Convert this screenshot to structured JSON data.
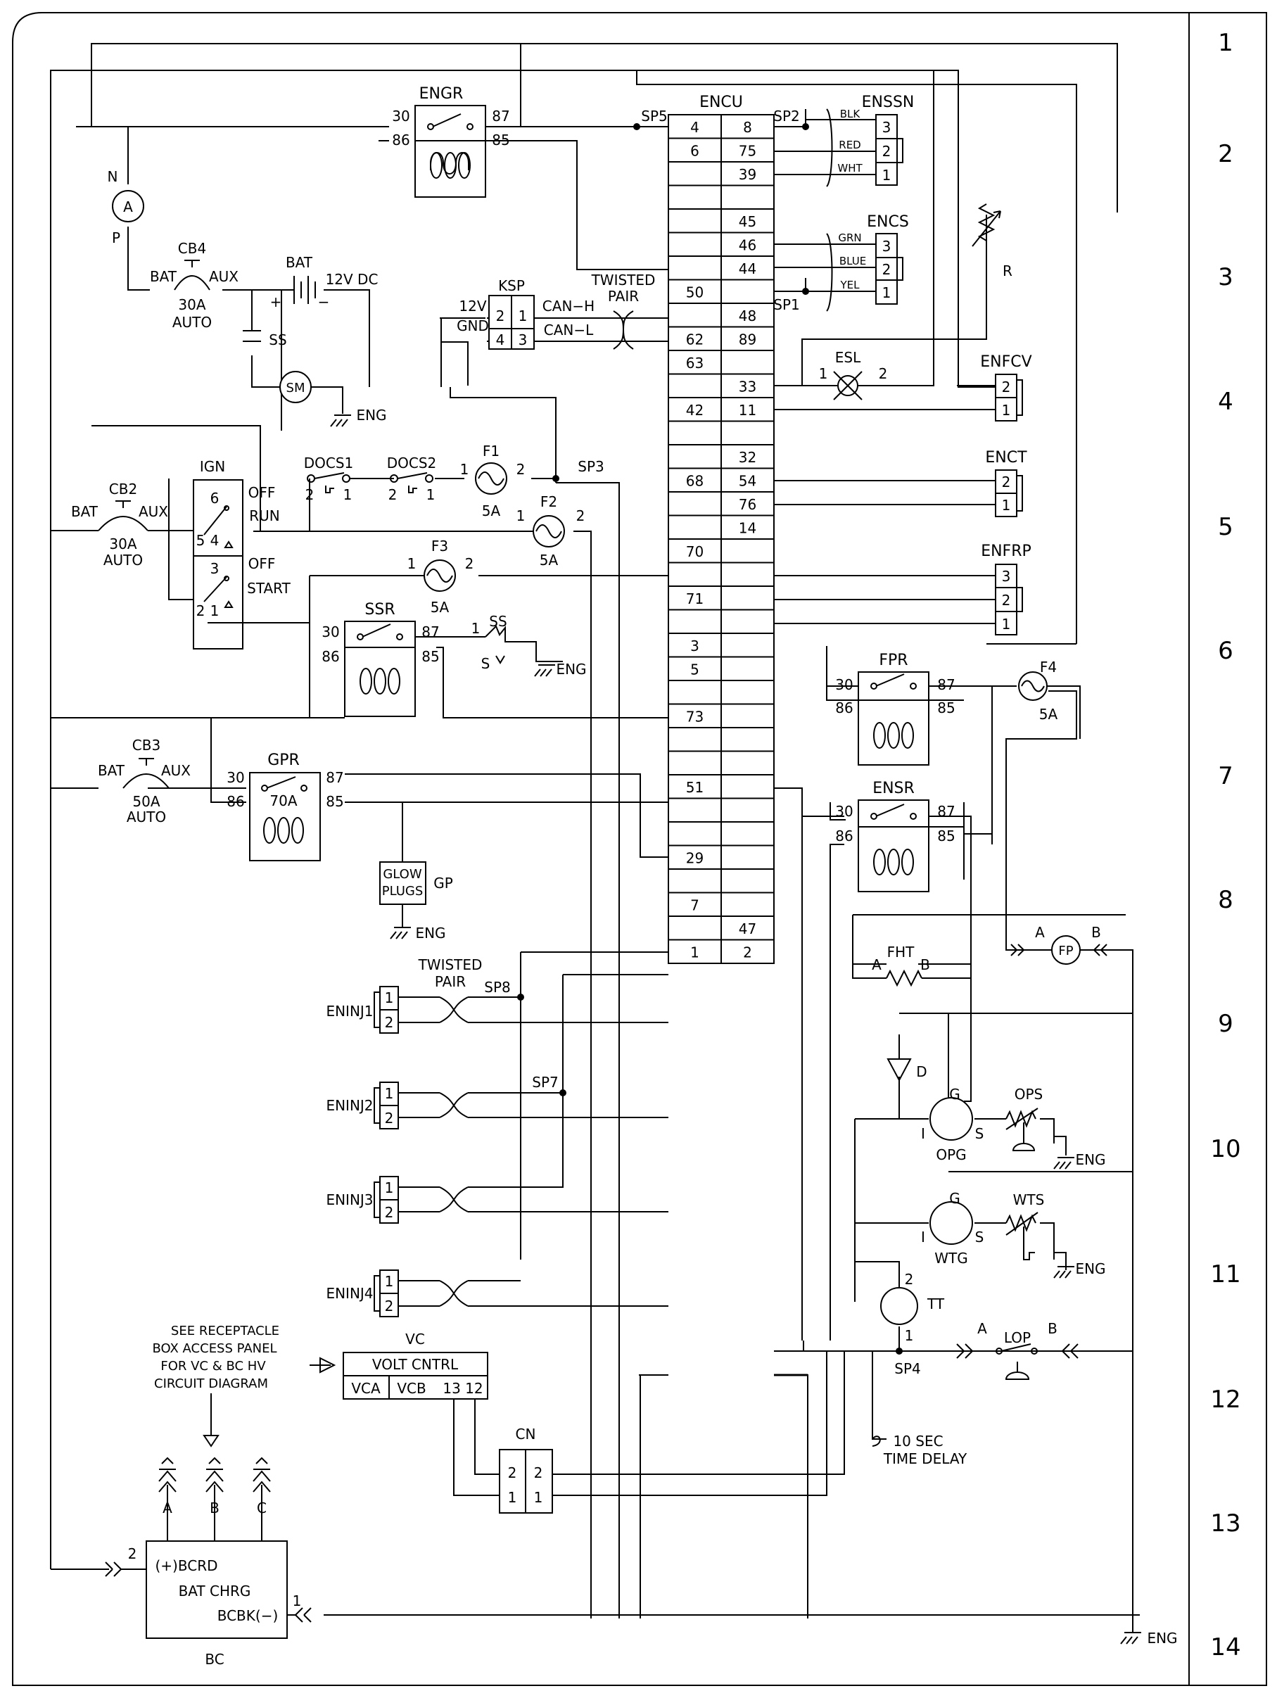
{
  "sheet": {
    "row_numbers": [
      "1",
      "2",
      "3",
      "4",
      "5",
      "6",
      "7",
      "8",
      "9",
      "10",
      "11",
      "12",
      "13",
      "14"
    ]
  },
  "encu": {
    "label": "ENCU",
    "left_pins": [
      "4",
      "6",
      "50",
      "62",
      "63",
      "42",
      "68",
      "70",
      "71",
      "3",
      "5",
      "73",
      "51",
      "29",
      "7",
      "1"
    ],
    "right_pins": [
      "8",
      "75",
      "39",
      "45",
      "46",
      "44",
      "48",
      "89",
      "33",
      "11",
      "32",
      "54",
      "76",
      "14",
      "47",
      "2"
    ]
  },
  "components": {
    "engr": {
      "label": "ENGR",
      "p30": "30",
      "p86": "86",
      "p87": "87",
      "p85": "85"
    },
    "ssr": {
      "label": "SSR",
      "p30": "30",
      "p86": "86",
      "p87": "87",
      "p85": "85"
    },
    "gpr": {
      "label": "GPR",
      "p30": "30",
      "p86": "86",
      "p87": "87",
      "p85": "85",
      "rating": "70A"
    },
    "fpr": {
      "label": "FPR",
      "p30": "30",
      "p86": "86",
      "p87": "87",
      "p85": "85"
    },
    "ensr": {
      "label": "ENSR",
      "p30": "30",
      "p86": "86",
      "p87": "87",
      "p85": "85"
    },
    "ammeter": {
      "label": "A",
      "n": "N",
      "p": "P"
    },
    "cb4": {
      "label": "CB4",
      "bat": "BAT",
      "aux": "AUX",
      "rating": "30A",
      "mode": "AUTO"
    },
    "cb2": {
      "label": "CB2",
      "bat": "BAT",
      "aux": "AUX",
      "rating": "30A",
      "mode": "AUTO"
    },
    "cb3": {
      "label": "CB3",
      "bat": "BAT",
      "aux": "AUX",
      "rating": "50A",
      "mode": "AUTO"
    },
    "battery": {
      "label": "BAT",
      "voltage": "12V DC",
      "plus": "+",
      "minus": "−"
    },
    "ss_cap": {
      "label": "SS"
    },
    "starter_motor": {
      "label": "SM",
      "ground": "ENG"
    },
    "ksp": {
      "label": "KSP",
      "v12": "12V",
      "gnd": "GND",
      "pins": [
        "2",
        "1",
        "4",
        "3"
      ],
      "can_h": "CAN−H",
      "can_l": "CAN−L"
    },
    "twisted_pair": {
      "line1": "TWISTED",
      "line2": "PAIR"
    },
    "ign": {
      "label": "IGN",
      "off1": "OFF",
      "run": "RUN",
      "off2": "OFF",
      "start": "START",
      "pins": [
        "6",
        "5",
        "4",
        "3",
        "2",
        "1"
      ]
    },
    "docs1": {
      "label": "DOCS1",
      "pin2": "2",
      "pin1": "1"
    },
    "docs2": {
      "label": "DOCS2",
      "pin2": "2",
      "pin1": "1"
    },
    "f1": {
      "label": "F1",
      "rating": "5A",
      "pin1": "1",
      "pin2": "2"
    },
    "f2": {
      "label": "F2",
      "rating": "5A",
      "pin1": "1",
      "pin2": "2"
    },
    "f3": {
      "label": "F3",
      "rating": "5A",
      "pin1": "1",
      "pin2": "2"
    },
    "f4": {
      "label": "F4",
      "rating": "5A"
    },
    "sp3": "SP3",
    "sp5": "SP5",
    "sp2": "SP2",
    "sp1": "SP1",
    "sp8": "SP8",
    "sp7": "SP7",
    "sp4": "SP4",
    "ss_solenoid": {
      "label": "SS",
      "pin1": "1",
      "s": "S",
      "ground": "ENG"
    },
    "glow_plugs": {
      "line1": "GLOW",
      "line2": "PLUGS",
      "label": "GP",
      "ground": "ENG"
    },
    "enssn": {
      "label": "ENSSN",
      "pins": [
        "3",
        "2",
        "1"
      ],
      "wires": [
        "BLK",
        "RED",
        "WHT"
      ]
    },
    "encs": {
      "label": "ENCS",
      "pins": [
        "3",
        "2",
        "1"
      ],
      "wires": [
        "GRN",
        "BLUE",
        "YEL"
      ]
    },
    "r": {
      "label": "R"
    },
    "esl": {
      "label": "ESL",
      "pin1": "1",
      "pin2": "2"
    },
    "enfcv": {
      "label": "ENFCV",
      "pins": [
        "2",
        "1"
      ]
    },
    "enct": {
      "label": "ENCT",
      "pins": [
        "2",
        "1"
      ]
    },
    "enfrp": {
      "label": "ENFRP",
      "pins": [
        "3",
        "2",
        "1"
      ]
    },
    "fht": {
      "label": "FHT",
      "a": "A",
      "b": "B"
    },
    "fp": {
      "label": "FP",
      "a": "A",
      "b": "B"
    },
    "diode": {
      "label": "D"
    },
    "opg": {
      "label": "OPG",
      "g": "G",
      "i": "I",
      "s": "S"
    },
    "ops": {
      "label": "OPS",
      "ground": "ENG"
    },
    "wtg": {
      "label": "WTG",
      "g": "G",
      "i": "I",
      "s": "S"
    },
    "wts": {
      "label": "WTS",
      "ground": "ENG"
    },
    "tt": {
      "label": "TT",
      "pin2": "2",
      "pin1": "1"
    },
    "lop": {
      "label": "LOP",
      "a": "A",
      "b": "B"
    },
    "time_delay": {
      "line1": "10 SEC",
      "line2": "TIME DELAY"
    },
    "eninj1": {
      "label": "ENINJ1",
      "pins": [
        "1",
        "2"
      ]
    },
    "eninj2": {
      "label": "ENINJ2",
      "pins": [
        "1",
        "2"
      ]
    },
    "eninj3": {
      "label": "ENINJ3",
      "pins": [
        "1",
        "2"
      ]
    },
    "eninj4": {
      "label": "ENINJ4",
      "pins": [
        "1",
        "2"
      ]
    },
    "note": {
      "line1": "SEE RECEPTACLE",
      "line2": "BOX ACCESS PANEL",
      "line3": "FOR VC & BC HV",
      "line4": "CIRCUIT DIAGRAM"
    },
    "vc": {
      "label": "VC",
      "title": "VOLT CNTRL",
      "vca": "VCA",
      "vcb": "VCB",
      "pins": "13 12"
    },
    "cn": {
      "label": "CN",
      "pins": [
        "2",
        "2",
        "1",
        "1"
      ]
    },
    "bc": {
      "label": "BC",
      "top": "(+)BCRD",
      "mid": "BAT CHRG",
      "bot": "BCBK(−)",
      "pin2": "2",
      "pin1": "1",
      "phases": [
        "A",
        "B",
        "C"
      ]
    },
    "bottom_ground": "ENG"
  }
}
